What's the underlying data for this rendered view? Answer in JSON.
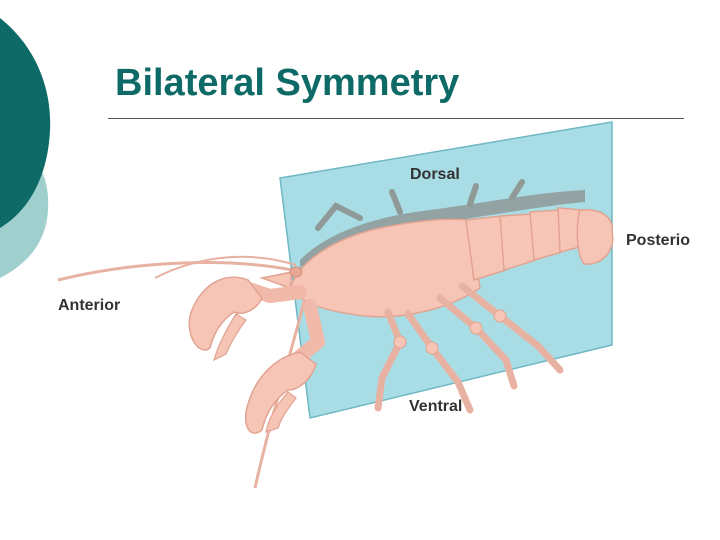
{
  "slide": {
    "title": "Bilateral Symmetry"
  },
  "diagram": {
    "labels": {
      "dorsal": "Dorsal",
      "anterior": "Anterior",
      "posterior": "Posterio",
      "ventral": "Ventral"
    },
    "colors": {
      "plane": "#a9dde6",
      "plane_edge": "#6fb7c4",
      "body": "#f6c5b6",
      "body_outline": "#e2a391",
      "shadow": "#8f9996",
      "accent_dark": "#0e6a66",
      "accent_light": "#9fd0cd"
    }
  }
}
